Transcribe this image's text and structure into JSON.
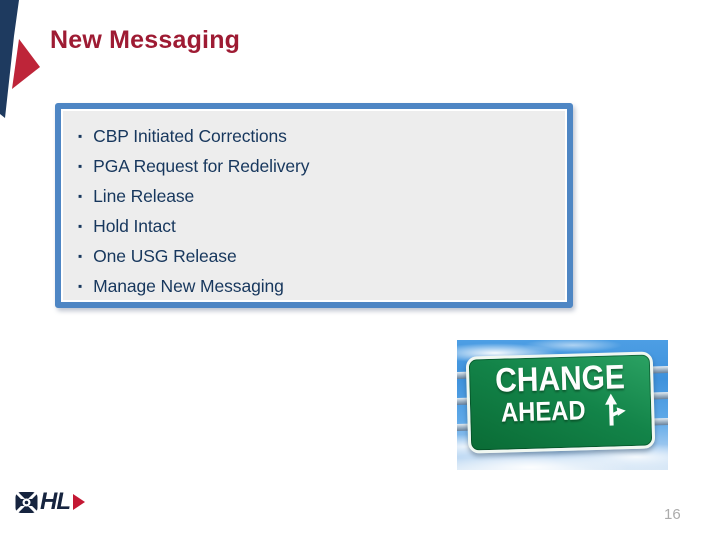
{
  "slide": {
    "title": "New Messaging",
    "page_number": "16"
  },
  "bullets": {
    "marker": "▪",
    "items": [
      "CBP Initiated Corrections",
      "PGA Request for Redelivery",
      "Line Release",
      "Hold Intact",
      "One USG Release",
      "Manage New Messaging"
    ]
  },
  "photo": {
    "sign_line1": "CHANGE",
    "sign_line2": "AHEAD"
  },
  "logo": {
    "letters": "HL"
  },
  "icons": {
    "logo_mark": "compass-ring-icon",
    "logo_arrow": "right-triangle-icon",
    "sign_arrow": "fork-ahead-arrow-icon",
    "bullet": "square-bullet"
  },
  "colors": {
    "title_red": "#9E1B33",
    "accent_red": "#BE2539",
    "accent_navy": "#1E3A5F",
    "box_border_blue": "#4E86C4",
    "box_fill_gray": "#EDEDED",
    "list_text_navy": "#17375D",
    "sign_green": "#0E7A3E",
    "sky_blue": "#4D9EE4",
    "logo_navy": "#16243F",
    "logo_red": "#C41834",
    "page_number_gray": "#ABABAB"
  }
}
